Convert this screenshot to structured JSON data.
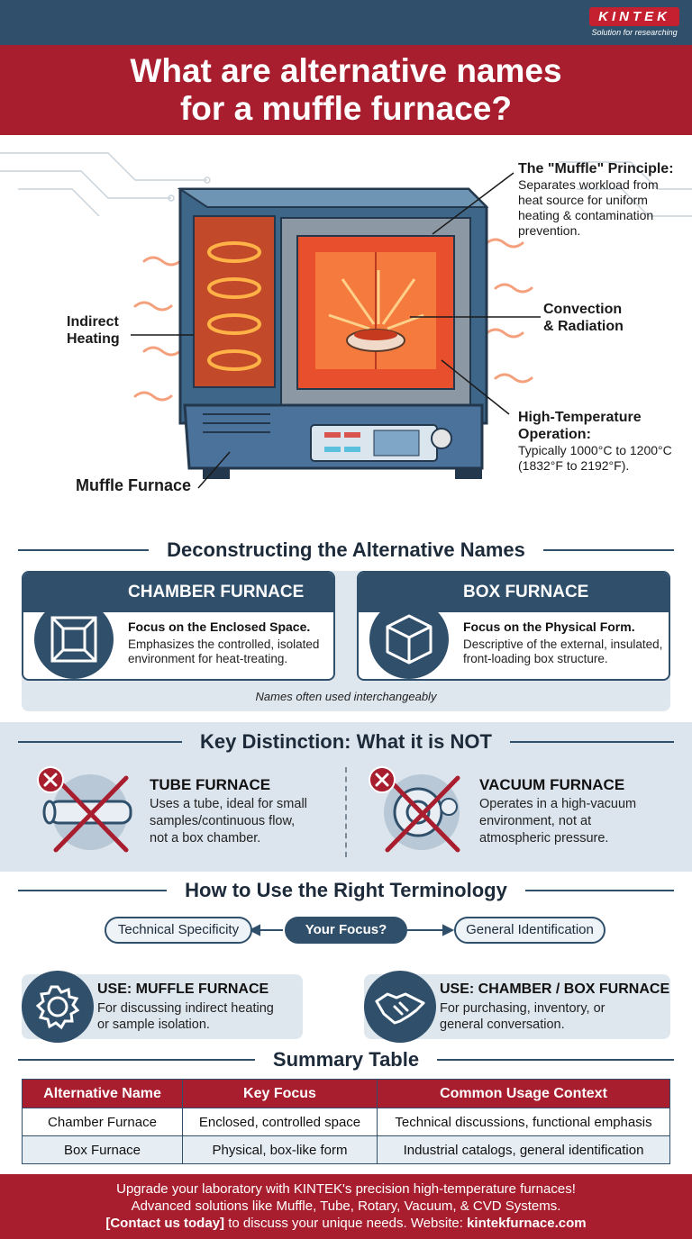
{
  "header": {
    "logo_text": "KINTEK",
    "logo_tagline": "Solution for researching",
    "title_line1": "What are alternative names",
    "title_line2": "for a muffle furnace?"
  },
  "illustration": {
    "muffle_principle_title": "The \"Muffle\" Principle:",
    "muffle_principle_desc": [
      "Separates workload from",
      "heat source for uniform",
      "heating & contamination",
      "prevention."
    ],
    "indirect_heating": [
      "Indirect",
      "Heating"
    ],
    "convection_radiation": [
      "Convection",
      "& Radiation"
    ],
    "high_temp_title": [
      "High-Temperature",
      "Operation:"
    ],
    "high_temp_desc": [
      "Typically 1000°C to 1200°C",
      "(1832°F to 2192°F)."
    ],
    "muffle_furnace_label": "Muffle Furnace"
  },
  "alt_names": {
    "heading": "Deconstructing the Alternative Names",
    "cards": [
      {
        "title": "CHAMBER FURNACE",
        "focus": "Focus on the Enclosed Space.",
        "desc": "Emphasizes the controlled, isolated environment for heat-treating.",
        "icon": "chamber-icon"
      },
      {
        "title": "BOX FURNACE",
        "focus": "Focus on the Physical Form.",
        "desc": "Descriptive of the external, insulated, front-loading box structure.",
        "icon": "box-icon"
      }
    ],
    "note": "Names often used interchangeably"
  },
  "distinction": {
    "heading": "Key Distinction: What it is NOT",
    "items": [
      {
        "title": "TUBE FURNACE",
        "desc": [
          "Uses a tube, ideal for small",
          "samples/continuous flow,",
          "not a box chamber."
        ],
        "icon": "tube-furnace-icon"
      },
      {
        "title": "VACUUM FURNACE",
        "desc": [
          "Operates in a high-vacuum",
          "environment, not at",
          "atmospheric pressure."
        ],
        "icon": "vacuum-furnace-icon"
      }
    ]
  },
  "terminology": {
    "heading": "How to Use the Right Terminology",
    "left_pill": "Technical Specificity",
    "center_pill": "Your Focus?",
    "right_pill": "General Identification",
    "left_use_title": "USE: MUFFLE FURNACE",
    "left_use_desc": [
      "For discussing indirect heating",
      "or sample isolation."
    ],
    "right_use_title": "USE: CHAMBER / BOX FURNACE",
    "right_use_desc": [
      "For purchasing, inventory, or",
      "general conversation."
    ]
  },
  "summary": {
    "heading": "Summary Table",
    "columns": [
      "Alternative Name",
      "Key Focus",
      "Common Usage Context"
    ],
    "rows": [
      [
        "Chamber Furnace",
        "Enclosed, controlled space",
        "Technical discussions, functional emphasis"
      ],
      [
        "Box Furnace",
        "Physical, box-like form",
        "Industrial catalogs, general identification"
      ]
    ]
  },
  "footer": {
    "line1": "Upgrade your laboratory with KINTEK's precision high-temperature furnaces!",
    "line2": "Advanced solutions like Muffle, Tube, Rotary, Vacuum, & CVD Systems.",
    "line3_link": "[Contact us today]",
    "line3_rest": " to discuss your unique needs. Website: ",
    "line3_site": "kintekfurnace.com"
  },
  "colors": {
    "navy": "#2f4f6b",
    "red": "#a81e2e",
    "light_panel": "#dfe7ee",
    "heat_orange": "#f07a30"
  }
}
